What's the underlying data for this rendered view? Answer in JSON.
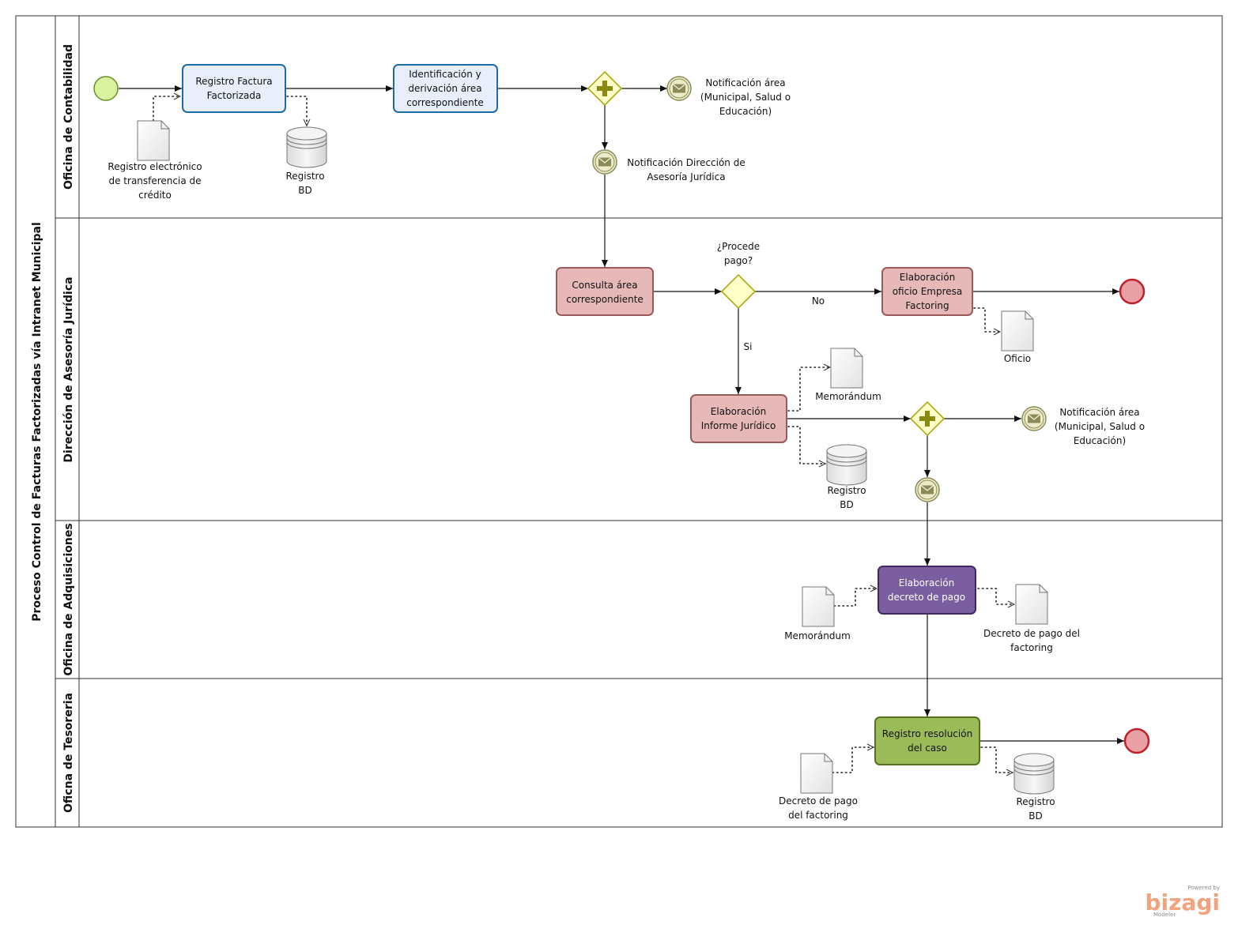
{
  "pool": {
    "title": "Proceso Control de Facturas Factorizadas vía Intranet Municipal"
  },
  "lanes": [
    {
      "title": "Oficina de Contabilidad"
    },
    {
      "title": "Dirección de Asesoría Jurídica"
    },
    {
      "title": "Oficina de Adquisiciones"
    },
    {
      "title": "Oficna de Tesoreria"
    }
  ],
  "tasks": {
    "registro_factura": [
      "Registro Factura",
      "Factorizada"
    ],
    "identificacion": [
      "Identificación y",
      "derivación área",
      "correspondiente"
    ],
    "consulta_area": [
      "Consulta área",
      "correspondiente"
    ],
    "elaboracion_oficio": [
      "Elaboración",
      "oficio Empresa",
      "Factoring"
    ],
    "elaboracion_informe": [
      "Elaboración",
      "Informe Jurídico"
    ],
    "elaboracion_decreto": [
      "Elaboración",
      "decreto de pago"
    ],
    "registro_resolucion": [
      "Registro resolución",
      "del caso"
    ]
  },
  "events": {
    "notificacion_area_1": [
      "Notificación área",
      "(Municipal, Salud o",
      "Educación)"
    ],
    "notificacion_direccion": [
      "Notificación Dirección de",
      "Asesoría Jurídica"
    ],
    "notificacion_area_2": [
      "Notificación área",
      "(Municipal, Salud o",
      "Educación)"
    ]
  },
  "gateways": {
    "procede_pago": [
      "¿Procede",
      "pago?"
    ]
  },
  "flow_labels": {
    "no": "No",
    "si": "Si"
  },
  "artifacts": {
    "registro_electronico": [
      "Registro  electrónico",
      "de transferencia de",
      "crédito"
    ],
    "registro_bd_1": [
      "Registro",
      "BD"
    ],
    "oficio": [
      "Oficio"
    ],
    "memorandum_1": [
      "Memorándum"
    ],
    "registro_bd_2": [
      "Registro",
      "BD"
    ],
    "memorandum_2": [
      "Memorándum"
    ],
    "decreto_1": [
      "Decreto de pago del",
      "factoring"
    ],
    "decreto_2": [
      "Decreto de pago",
      "del factoring"
    ],
    "registro_bd_3": [
      "Registro",
      "BD"
    ]
  },
  "watermark": {
    "powered": "Powered by",
    "brand": "bizagi",
    "sub": "Modeler"
  },
  "colors": {
    "task_blue_fill": "#e8eefb",
    "task_blue_stroke": "#1e6aa8",
    "task_pink_fill": "#e6b8b8",
    "task_pink_stroke": "#9b5a5a",
    "task_purple_fill": "#7b5ea0",
    "task_purple_stroke": "#3e2a5e",
    "task_green_fill": "#9bbb59",
    "task_green_stroke": "#55701f",
    "start_fill": "#d9f2a0",
    "start_stroke": "#6b8e23",
    "end_fill": "#e8a0a4",
    "end_stroke": "#c0202a",
    "gateway_fill": "#ffffc8",
    "gateway_stroke": "#a8a000",
    "message_fill": "#ececc8",
    "message_stroke": "#8b8b5a"
  }
}
